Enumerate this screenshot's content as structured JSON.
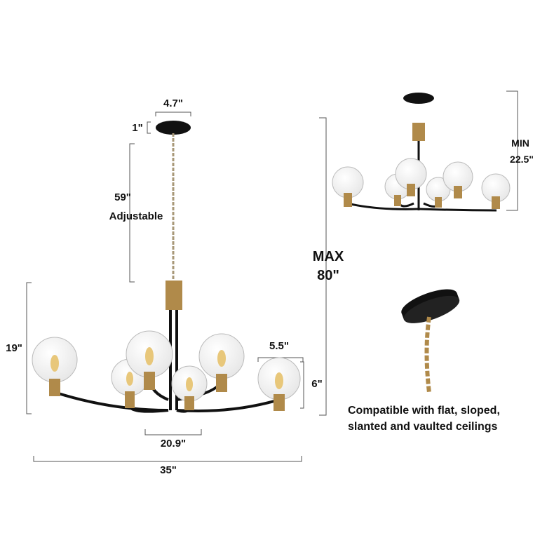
{
  "dimensions": {
    "canopy_width": "4.7\"",
    "canopy_height": "1\"",
    "chain_length": "59\"",
    "chain_note": "Adjustable",
    "body_height": "19\"",
    "max_label": "MAX",
    "max_height": "80\"",
    "shade_width": "5.5\"",
    "shade_height": "6\"",
    "inner_span": "20.9\"",
    "overall_width": "35\"",
    "min_label": "MIN",
    "min_height": "22.5\""
  },
  "caption": "Compatible with flat, sloped, slanted and vaulted ceilings",
  "colors": {
    "black": "#111111",
    "brass": "#b08a4a",
    "glass": "#c8c8c8",
    "dim_line": "#555555"
  }
}
